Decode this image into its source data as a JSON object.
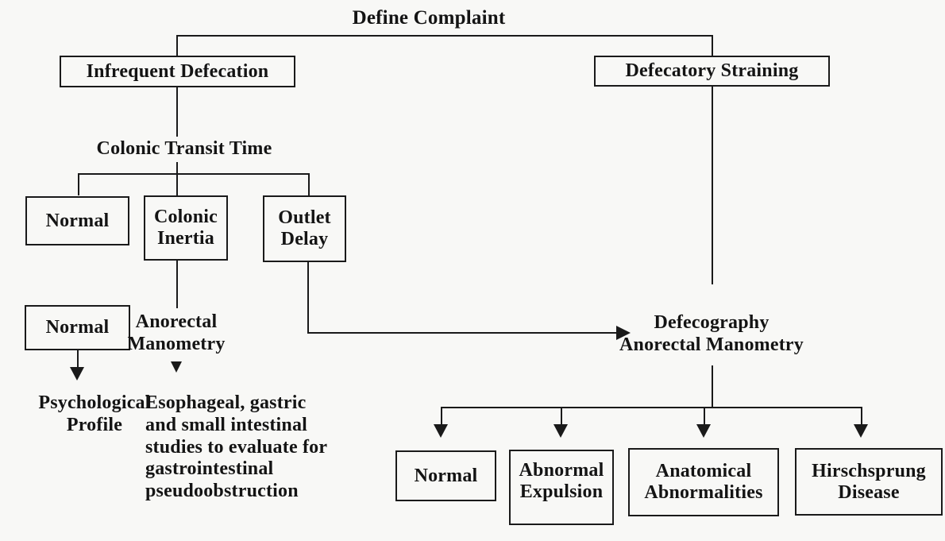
{
  "diagram": {
    "title": "Define Complaint",
    "kind": "clinical-decision-flowchart",
    "colors": {
      "background": "#f8f8f6",
      "line": "#1a1a1a",
      "text": "#141414"
    },
    "nodes": {
      "root": "Define Complaint",
      "branch_left": "Infrequent Defecation",
      "branch_right": "Defecatory Straining",
      "colonic_transit_time": "Colonic Transit Time",
      "transit_normal": "Normal",
      "transit_colonic_inertia": "Colonic\nInertia",
      "transit_outlet_delay": "Outlet\nDelay",
      "manometry_normal": "Normal",
      "anorectal_manometry": "Anorectal\nManometry",
      "psychological_profile": "Psychological\nProfile",
      "gi_workup": "Esophageal, gastric\nand small intestinal\nstudies to evaluate for\ngastrointestinal\npseudoobstruction",
      "defecography": "Defecography\nAnorectal Manometry",
      "outcome_normal": "Normal",
      "outcome_abnormal_expulsion": "Abnormal\nExpulsion",
      "outcome_anatomical_abnormalities": "Anatomical\nAbnormalities",
      "outcome_hirschsprung": "Hirschsprung\nDisease"
    }
  }
}
